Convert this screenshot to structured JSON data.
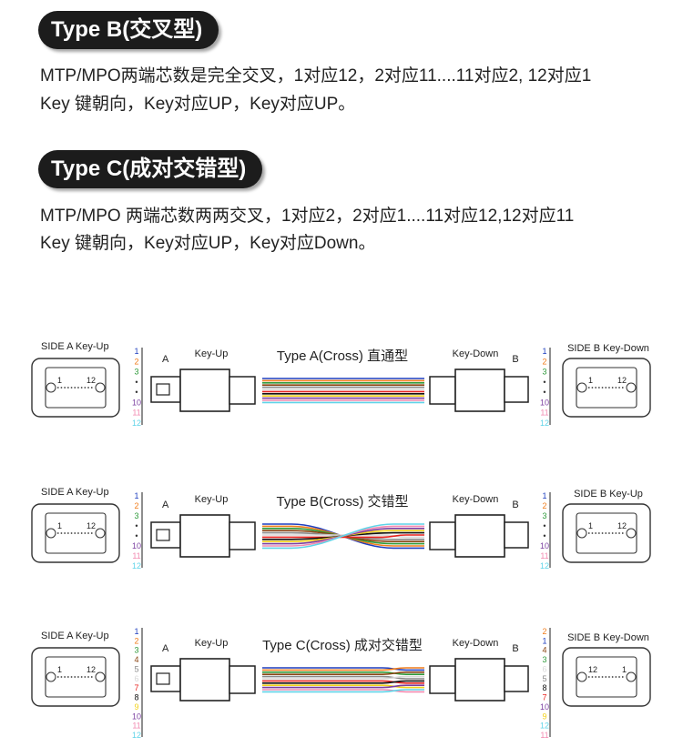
{
  "sections": [
    {
      "badge": "Type B(交叉型)",
      "lines": [
        "MTP/MPO两端芯数是完全交叉，1对应12，2对应11....11对应2, 12对应1",
        "Key 键朝向，Key对应UP，Key对应UP。"
      ]
    },
    {
      "badge": "Type C(成对交错型)",
      "lines": [
        "MTP/MPO 两端芯数两两交叉，1对应2，2对应1....11对应12,12对应11",
        "Key 键朝向，Key对应UP，Key对应Down。"
      ]
    }
  ],
  "fiber_colors": [
    "#1f3fbf",
    "#f07d1c",
    "#2e9a3a",
    "#8b4513",
    "#8a8a8a",
    "#d8d8d8",
    "#e8231f",
    "#111111",
    "#f2d21b",
    "#7b3fa0",
    "#f28ab0",
    "#5fd4e8"
  ],
  "diagrams": [
    {
      "side_a": "SIDE A  Key-Up",
      "label_a": "A",
      "key_a": "Key-Up",
      "title": "Type A(Cross) 直通型",
      "key_b": "Key-Down",
      "label_b": "B",
      "side_b": "SIDE B  Key-Down",
      "conn_a_left": "1",
      "conn_a_right": "12",
      "conn_b_left": "1",
      "conn_b_right": "12",
      "left_numbers": [
        "1",
        "2",
        "3",
        "•",
        "•",
        "10",
        "11",
        "12"
      ],
      "right_numbers": [
        "1",
        "2",
        "3",
        "•",
        "•",
        "10",
        "11",
        "12"
      ],
      "mapping": [
        0,
        1,
        2,
        3,
        4,
        5,
        6,
        7,
        8,
        9,
        10,
        11
      ]
    },
    {
      "side_a": "SIDE A  Key-Up",
      "label_a": "A",
      "key_a": "Key-Up",
      "title": "Type B(Cross) 交错型",
      "key_b": "Key-Down",
      "label_b": "B",
      "side_b": "SIDE B  Key-Up",
      "conn_a_left": "1",
      "conn_a_right": "12",
      "conn_b_left": "1",
      "conn_b_right": "12",
      "left_numbers": [
        "1",
        "2",
        "3",
        "•",
        "•",
        "10",
        "11",
        "12"
      ],
      "right_numbers": [
        "1",
        "2",
        "3",
        "•",
        "•",
        "10",
        "11",
        "12"
      ],
      "mapping": [
        11,
        10,
        9,
        8,
        7,
        6,
        5,
        4,
        3,
        2,
        1,
        0
      ]
    },
    {
      "side_a": "SIDE A  Key-Up",
      "label_a": "A",
      "key_a": "Key-Up",
      "title": "Type C(Cross) 成对交错型",
      "key_b": "Key-Down",
      "label_b": "B",
      "side_b": "SIDE B  Key-Down",
      "conn_a_left": "1",
      "conn_a_right": "12",
      "conn_b_left": "12",
      "conn_b_right": "1",
      "left_numbers": [
        "1",
        "2",
        "3",
        "4",
        "5",
        "6",
        "7",
        "8",
        "9",
        "10",
        "11",
        "12"
      ],
      "right_numbers": [
        "2",
        "1",
        "4",
        "3",
        "6",
        "5",
        "8",
        "7",
        "10",
        "9",
        "12",
        "11"
      ],
      "mapping": [
        1,
        0,
        3,
        2,
        5,
        4,
        7,
        6,
        9,
        8,
        11,
        10
      ]
    }
  ]
}
